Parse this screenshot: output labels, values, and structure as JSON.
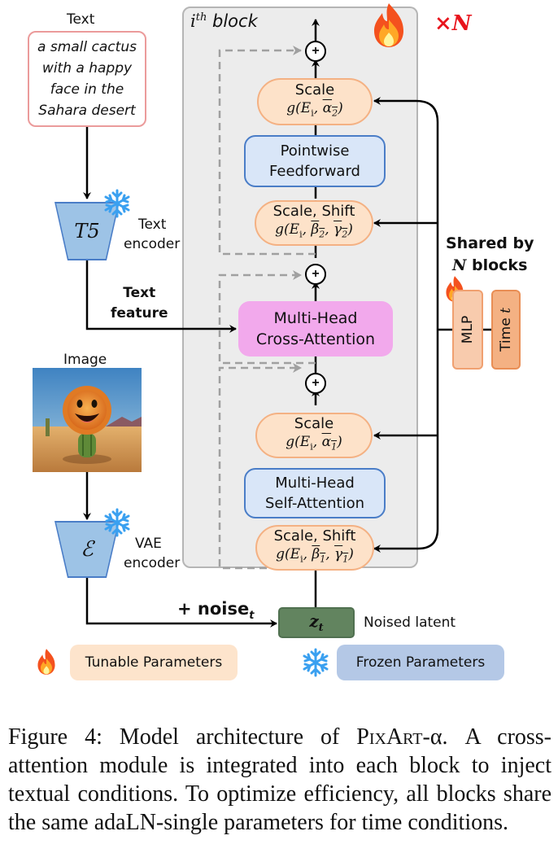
{
  "diagram": {
    "block_title": "block",
    "block_title_sup": "th",
    "block_title_var": "i",
    "repeat_label": "×N",
    "text_input": {
      "label": "Text",
      "prompt": "a small cactus with a happy face in the Sahara desert",
      "prompt_lines": [
        "a small cactus",
        "with a happy",
        "face in the",
        "Sahara desert"
      ]
    },
    "text_encoder": {
      "symbol": "T5",
      "label_lines": [
        "Text",
        "encoder"
      ],
      "frozen": true
    },
    "text_feature_label_lines": [
      "Text",
      "feature"
    ],
    "image_input": {
      "label": "Image",
      "description": "cactus with a happy face in the desert"
    },
    "vae_encoder": {
      "symbol": "ℰ",
      "label_lines": [
        "VAE",
        "encoder"
      ],
      "frozen": true
    },
    "noise_label": "+ noise",
    "noise_sub": "t",
    "latent": {
      "symbol": "z",
      "sub": "t",
      "label": "Noised latent"
    },
    "block_modules": [
      {
        "id": "scale-2",
        "type": "tunable",
        "title": "Scale",
        "formula": "g(Eᵢ, α₂)"
      },
      {
        "id": "pointwise-ff",
        "type": "frozen-style",
        "title_lines": [
          "Pointwise",
          "Feedforward"
        ]
      },
      {
        "id": "scale-shift-2",
        "type": "tunable",
        "title": "Scale, Shift",
        "formula": "g(Eᵢ, β₂, γ₂)"
      },
      {
        "id": "cross-attention",
        "type": "new",
        "title_lines": [
          "Multi-Head",
          "Cross-Attention"
        ]
      },
      {
        "id": "scale-1",
        "type": "tunable",
        "title": "Scale",
        "formula": "g(Eᵢ, α₁)"
      },
      {
        "id": "self-attention",
        "type": "frozen-style",
        "title_lines": [
          "Multi-Head",
          "Self-Attention"
        ]
      },
      {
        "id": "scale-shift-1",
        "type": "tunable",
        "title": "Scale, Shift",
        "formula": "g(Eᵢ, β₁, γ₁)"
      }
    ],
    "sum_symbol": "+",
    "shared_label_lines": [
      "Shared by",
      "blocks"
    ],
    "shared_label_var": "N",
    "mlp_label": "MLP",
    "time_label": "Time",
    "time_var": "t",
    "legend": {
      "tunable": "Tunable Parameters",
      "frozen": "Frozen Parameters"
    },
    "colors": {
      "block_bg": "#ececec",
      "tunable_fill": "#fde2c9",
      "tunable_border": "#f4b183",
      "blue_fill": "#d9e6f8",
      "blue_border": "#4a7dc7",
      "cross_attn_fill": "#f2a9ec",
      "latent_fill": "#62845f",
      "repeat_red": "#e8141c",
      "frozen_legend": "#b4c8e6",
      "tunable_legend": "#fde4cc"
    }
  },
  "caption": {
    "prefix": "Figure 4: Model architecture of ",
    "model_name_caps": "PixArt",
    "model_suffix": "-α.",
    "text": "A cross-attention module is integrated into each block to inject textual conditions. To optimize efficiency, all blocks share the same adaLN-single parameters for time conditions."
  }
}
